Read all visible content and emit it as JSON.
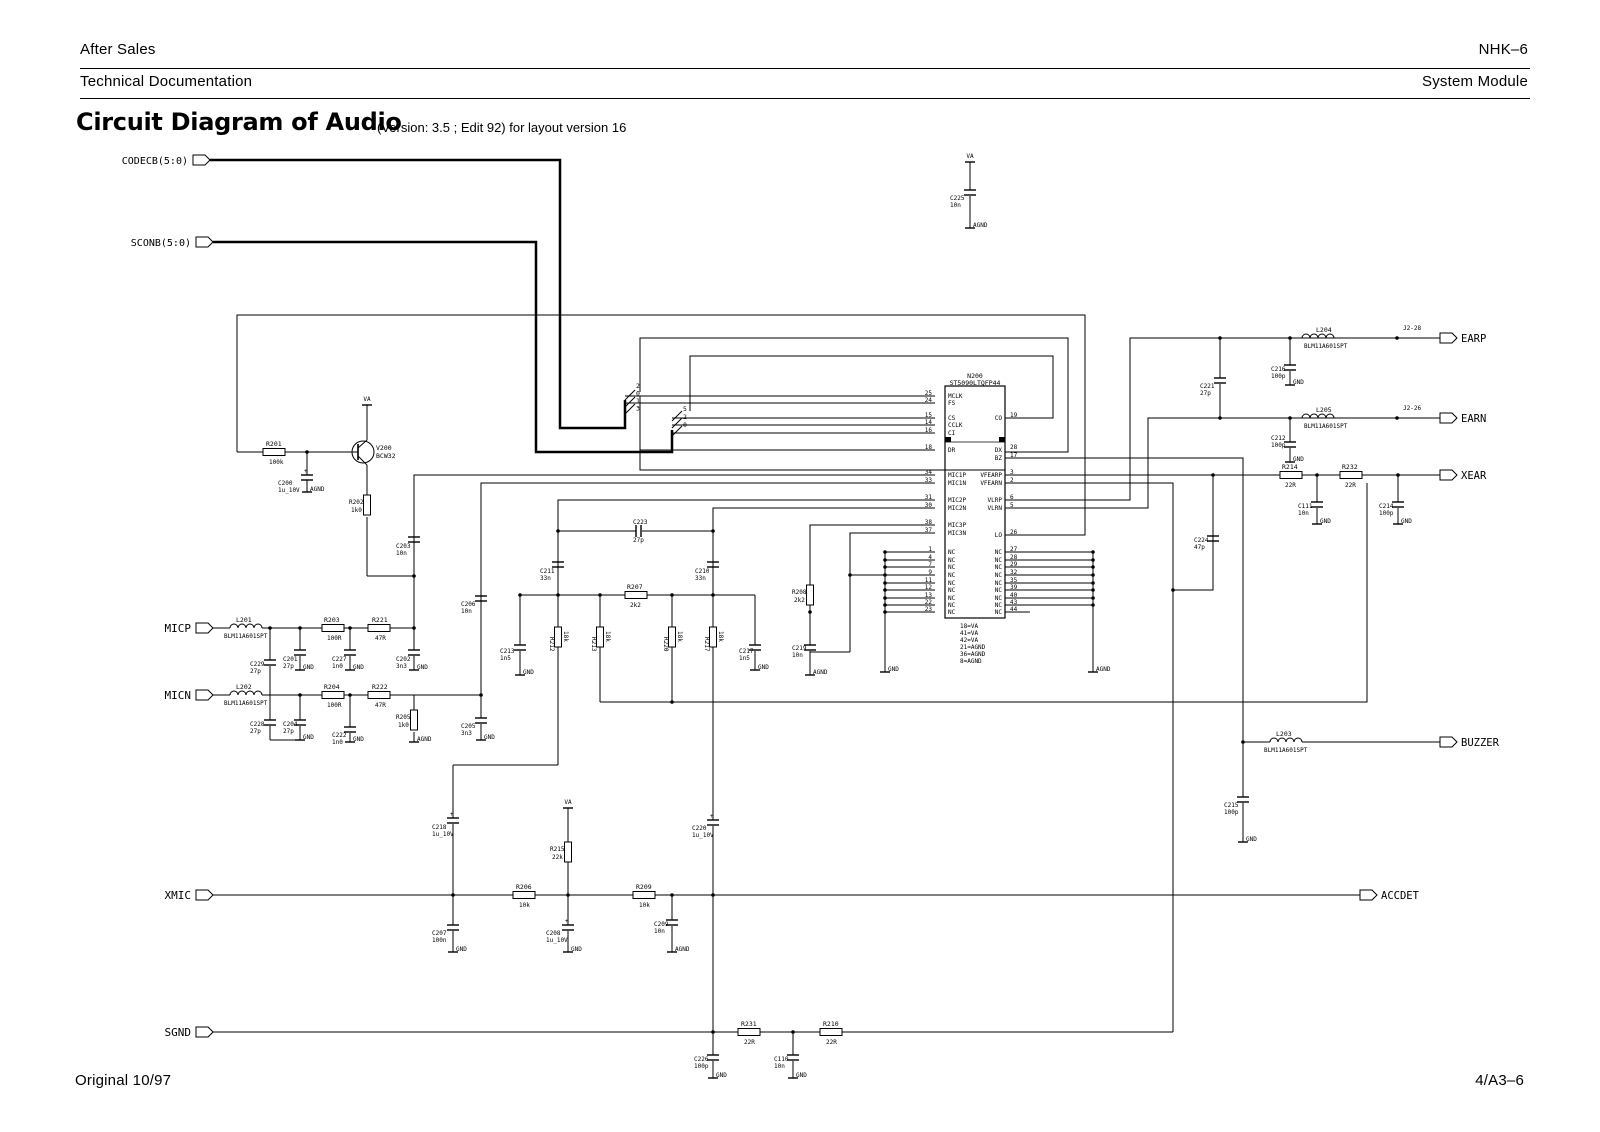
{
  "header": {
    "left_top": "After Sales",
    "left_bottom": "Technical Documentation",
    "right_top": "NHK–6",
    "right_bottom": "System Module"
  },
  "title": "Circuit Diagram of Audio",
  "subtitle": "(Version: 3.5 ; Edit 92) for layout version 16",
  "footer": {
    "left": "Original 10/97",
    "right": "4/A3–6"
  },
  "colors": {
    "line": "#000000",
    "background": "#ffffff"
  },
  "ports": {
    "codecb": "CODECB(5:0)",
    "sconb": "SCONB(5:0)",
    "micp": "MICP",
    "micn": "MICN",
    "xmic": "XMIC",
    "sgnd": "SGND",
    "earp": "EARP",
    "earn": "EARN",
    "xear": "XEAR",
    "buzzer": "BUZZER",
    "accdet": "ACCDET"
  },
  "ic": {
    "ref": "N200",
    "part": "ST5090LTQFP44",
    "left_pins": [
      {
        "num": "25",
        "name": "MCLK"
      },
      {
        "num": "24",
        "name": "FS"
      },
      {
        "num": "15",
        "name": "CS"
      },
      {
        "num": "14",
        "name": "CCLK"
      },
      {
        "num": "16",
        "name": "CI"
      },
      {
        "num": "18",
        "name": "DR"
      },
      {
        "num": "34",
        "name": "MIC1P"
      },
      {
        "num": "33",
        "name": "MIC1N"
      },
      {
        "num": "31",
        "name": "MIC2P"
      },
      {
        "num": "30",
        "name": "MIC2N"
      },
      {
        "num": "38",
        "name": "MIC3P"
      },
      {
        "num": "37",
        "name": "MIC3N"
      },
      {
        "num": "1",
        "name": "NC"
      },
      {
        "num": "4",
        "name": "NC"
      },
      {
        "num": "7",
        "name": "NC"
      },
      {
        "num": "9",
        "name": "NC"
      },
      {
        "num": "11",
        "name": "NC"
      },
      {
        "num": "12",
        "name": "NC"
      },
      {
        "num": "13",
        "name": "NC"
      },
      {
        "num": "22",
        "name": "NC"
      },
      {
        "num": "23",
        "name": "NC"
      }
    ],
    "right_pins": [
      {
        "num": "19",
        "name": "CO"
      },
      {
        "num": "28",
        "name": "DX"
      },
      {
        "num": "17",
        "name": "BZ"
      },
      {
        "num": "3",
        "name": "VFEARP"
      },
      {
        "num": "2",
        "name": "VFEARN"
      },
      {
        "num": "6",
        "name": "VLRP"
      },
      {
        "num": "5",
        "name": "VLRN"
      },
      {
        "num": "26",
        "name": "LO"
      },
      {
        "num": "27",
        "name": "NC"
      },
      {
        "num": "28",
        "name": "NC"
      },
      {
        "num": "29",
        "name": "NC"
      },
      {
        "num": "32",
        "name": "NC"
      },
      {
        "num": "35",
        "name": "NC"
      },
      {
        "num": "39",
        "name": "NC"
      },
      {
        "num": "40",
        "name": "NC"
      },
      {
        "num": "43",
        "name": "NC"
      },
      {
        "num": "44",
        "name": "NC"
      }
    ],
    "power_notes": [
      "18=VA",
      "41=VA",
      "42=VA",
      "21=AGND",
      "36=AGND",
      "8=AGND"
    ]
  },
  "bus_bits": {
    "codec": [
      "2",
      "0",
      "1",
      "3"
    ],
    "scon": [
      "5",
      "2",
      "0"
    ]
  },
  "transistor": {
    "ref": "V200",
    "part": "BCW32"
  },
  "rails": {
    "va": "VA",
    "gnd": "GND",
    "agnd": "AGND"
  },
  "resistors": [
    {
      "ref": "R201",
      "value": "100k"
    },
    {
      "ref": "R202",
      "value": "1k0"
    },
    {
      "ref": "R203",
      "value": "100R"
    },
    {
      "ref": "R204",
      "value": "100R"
    },
    {
      "ref": "R221",
      "value": "47R"
    },
    {
      "ref": "R222",
      "value": "47R"
    },
    {
      "ref": "R205",
      "value": "1k0"
    },
    {
      "ref": "R207",
      "value": "2k2"
    },
    {
      "ref": "R212",
      "value": "18k"
    },
    {
      "ref": "R213",
      "value": "18k"
    },
    {
      "ref": "R220",
      "value": "18k"
    },
    {
      "ref": "R217",
      "value": "18k"
    },
    {
      "ref": "R208",
      "value": "2k2"
    },
    {
      "ref": "R215",
      "value": "22k"
    },
    {
      "ref": "R206",
      "value": "10k"
    },
    {
      "ref": "R209",
      "value": "10k"
    },
    {
      "ref": "R231",
      "value": "22R"
    },
    {
      "ref": "R210",
      "value": "22R"
    },
    {
      "ref": "R214",
      "value": "22R"
    },
    {
      "ref": "R232",
      "value": "22R"
    }
  ],
  "capacitors": [
    {
      "ref": "C225",
      "value": "10n"
    },
    {
      "ref": "C200",
      "value": "1u_10V"
    },
    {
      "ref": "C203",
      "value": "10n"
    },
    {
      "ref": "C201",
      "value": "27p"
    },
    {
      "ref": "C227",
      "value": "1n0"
    },
    {
      "ref": "C202",
      "value": "3n3"
    },
    {
      "ref": "C229",
      "value": "27p"
    },
    {
      "ref": "C228",
      "value": "27p"
    },
    {
      "ref": "C204",
      "value": "27p"
    },
    {
      "ref": "C222",
      "value": "1n0"
    },
    {
      "ref": "C206",
      "value": "10n"
    },
    {
      "ref": "C205",
      "value": "3n3"
    },
    {
      "ref": "C223",
      "value": "27p"
    },
    {
      "ref": "C211",
      "value": "33n"
    },
    {
      "ref": "C210",
      "value": "33n"
    },
    {
      "ref": "C213",
      "value": "1n5"
    },
    {
      "ref": "C217",
      "value": "1n5"
    },
    {
      "ref": "C219",
      "value": "10n"
    },
    {
      "ref": "C218",
      "value": "1u_10V"
    },
    {
      "ref": "C220",
      "value": "1u_10V"
    },
    {
      "ref": "C207",
      "value": "100n"
    },
    {
      "ref": "C208",
      "value": "1u_10V"
    },
    {
      "ref": "C209",
      "value": "10n"
    },
    {
      "ref": "C226",
      "value": "100p"
    },
    {
      "ref": "C110",
      "value": "10n"
    },
    {
      "ref": "C221",
      "value": "27p"
    },
    {
      "ref": "C216",
      "value": "100p"
    },
    {
      "ref": "C212",
      "value": "100p"
    },
    {
      "ref": "C111",
      "value": "10n"
    },
    {
      "ref": "C214",
      "value": "100p"
    },
    {
      "ref": "C224",
      "value": "47p"
    },
    {
      "ref": "C215",
      "value": "100p"
    }
  ],
  "inductors": [
    {
      "ref": "L201",
      "value": "BLM11A601SPT"
    },
    {
      "ref": "L202",
      "value": "BLM11A601SPT"
    },
    {
      "ref": "L204",
      "value": "BLM11A601SPT"
    },
    {
      "ref": "L205",
      "value": "BLM11A601SPT"
    },
    {
      "ref": "L203",
      "value": "BLM11A601SPT"
    }
  ],
  "connector_pins": [
    "J2-28",
    "J2-26"
  ]
}
